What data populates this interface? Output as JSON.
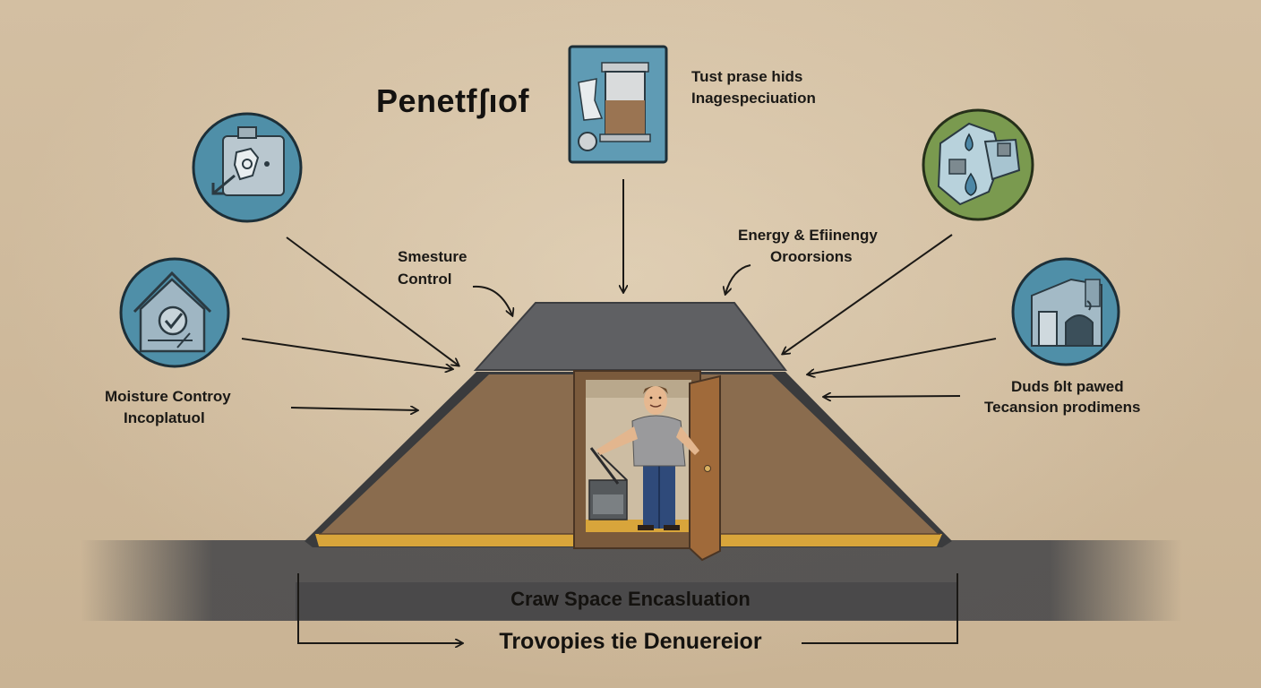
{
  "title": "Penetfʃıof",
  "labels": {
    "top_caption_line1": "Tust prase hids",
    "top_caption_line2": "Inagespeciuation",
    "smesture_line1": "Smesture",
    "smesture_line2": "Control",
    "energy_line1": "Energy & Efiinengy",
    "energy_line2": "Oroorsions",
    "moisture_line1": "Moisture Controy",
    "moisture_line2": "Incoplatuol",
    "duds_line1": "Duds ɓlt pawed",
    "duds_line2": "Tecansion prodimens"
  },
  "bottom": {
    "title": "Craw Space Encasluation",
    "subtitle": "Trovopies tie Denuereior"
  },
  "icons": {
    "top_left": "equipment-unit-icon",
    "left_middle": "house-check-icon",
    "top_center": "dehumidifier-machine-icon",
    "top_right": "water-drops-icon",
    "right_middle": "duct-system-icon"
  },
  "colors": {
    "background": "#cdb89b",
    "icon_blue": "#4f8fa8",
    "icon_green": "#7a9a4f",
    "roof": "#5f6063",
    "wall": "#8a6c4e",
    "insulation": "#d8a53b",
    "ground": "#4a4a4c"
  }
}
